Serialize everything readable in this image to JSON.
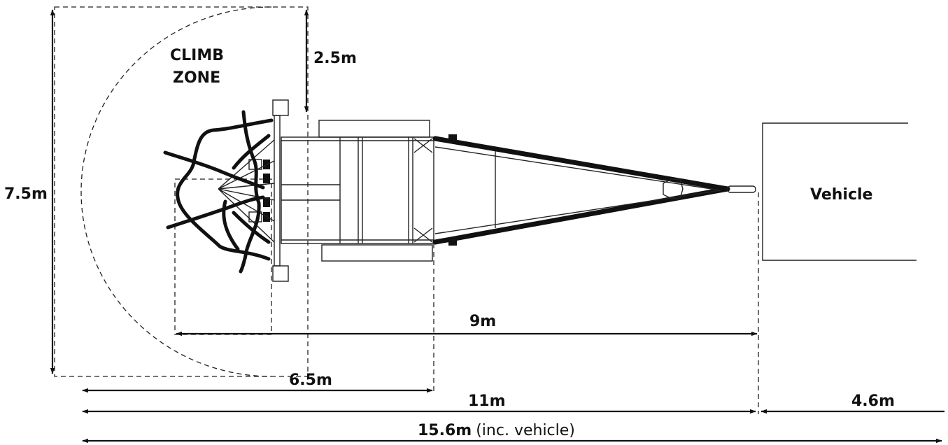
{
  "zone_label_line1": "CLIMB",
  "zone_label_line2": "ZONE",
  "vehicle_label": "Vehicle",
  "dimensions": {
    "height_total": "7.5m",
    "top_clearance": "2.5m",
    "frame_to_vehicle": "9m",
    "zone_to_trailer_end": "6.5m",
    "trailer_length": "11m",
    "vehicle_length": "4.6m",
    "total_length": "15.6m",
    "total_note": "(inc. vehicle)"
  }
}
